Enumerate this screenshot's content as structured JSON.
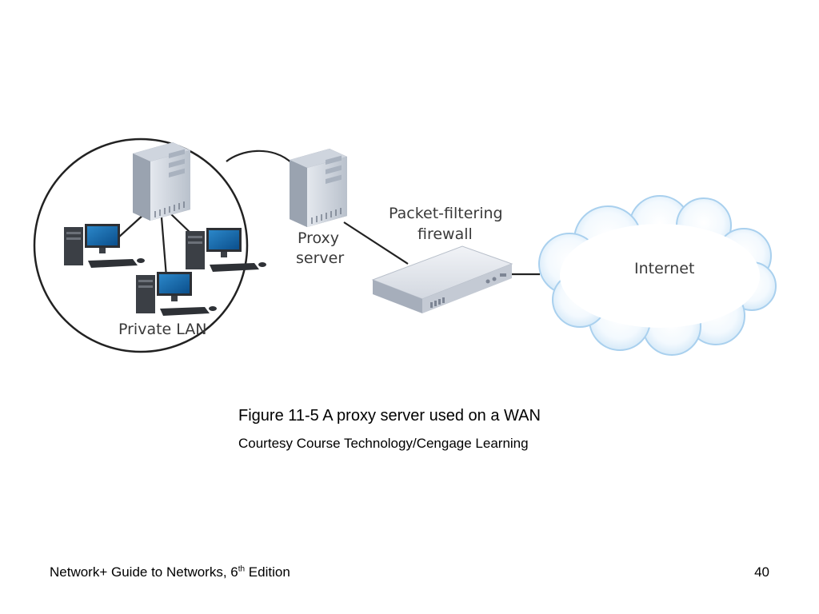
{
  "diagram": {
    "labels": {
      "private_lan": "Private LAN",
      "proxy_line1": "Proxy",
      "proxy_line2": "server",
      "firewall_line1": "Packet-filtering",
      "firewall_line2": "firewall",
      "internet": "Internet"
    }
  },
  "caption": {
    "figure": "Figure 11-5 A proxy server used on a WAN",
    "credit": "Courtesy Course Technology/Cengage Learning"
  },
  "footer": {
    "title_before": "Network+ Guide to Networks, 6",
    "title_sup": "th",
    "title_after": " Edition",
    "page_number": "40"
  }
}
